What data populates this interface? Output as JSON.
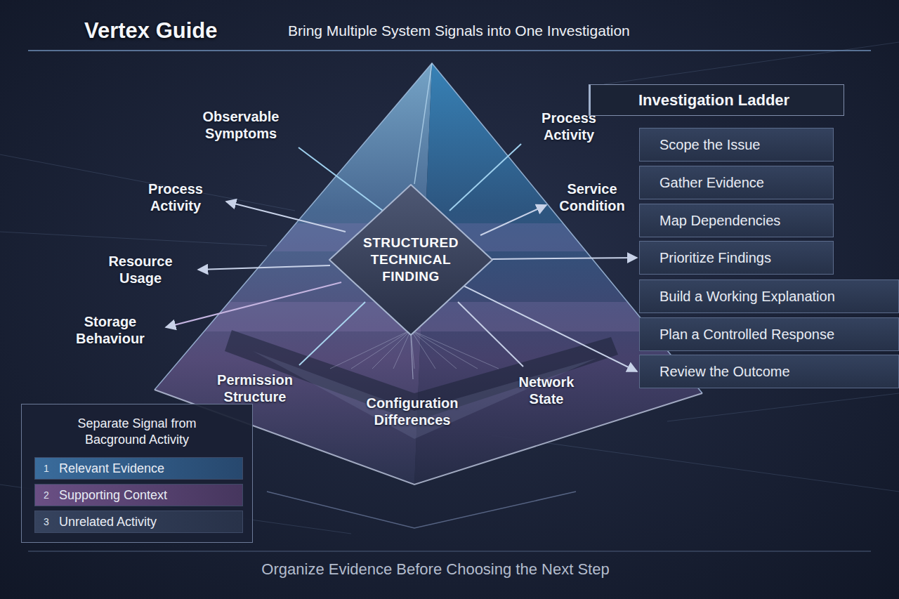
{
  "diagram": {
    "title": "Vertex Guide",
    "caption": "Organize Evidence Before Choosing the Next Step",
    "nodes": [
      {
        "text": [
          "STRUCTURED TECHNICAL FINDING"
        ]
      },
      {
        "text": [
          "Investigation Ladder"
        ]
      },
      {
        "text": [
          "Scope the Issue"
        ]
      },
      {
        "text": [
          "Gather Evidence"
        ]
      },
      {
        "text": [
          "Map Dependencies"
        ]
      },
      {
        "text": [
          "Prioritize Findings"
        ]
      },
      {
        "text": [
          "Build a Working Explanation"
        ]
      },
      {
        "text": [
          "Plan a Controlled Response"
        ]
      },
      {
        "text": [
          "Review the Outcome"
        ]
      },
      {
        "text": [
          "Separate Signal from Bacground Activity"
        ]
      },
      {
        "text": [
          "1",
          "Relevant Evidence"
        ],
        "in": 9
      },
      {
        "text": [
          "2",
          "Supporting Context"
        ],
        "in": 9
      },
      {
        "text": [
          "3",
          "Unrelated Activity"
        ],
        "in": 9
      }
    ],
    "edges": [
      {
        "from": 0,
        "to": 5,
        "arrow": "to"
      },
      {
        "from": 0,
        "to": 8,
        "arrow": "to"
      }
    ],
    "labels": [
      "Bring Multiple System Signals into One Investigation",
      "Observable Symptoms",
      "Process Activity",
      "Process Activity",
      "Service Condition",
      "Resource Usage",
      "Storage Behaviour",
      "Permission Structure",
      "Configuration Differences",
      "Network State"
    ]
  }
}
